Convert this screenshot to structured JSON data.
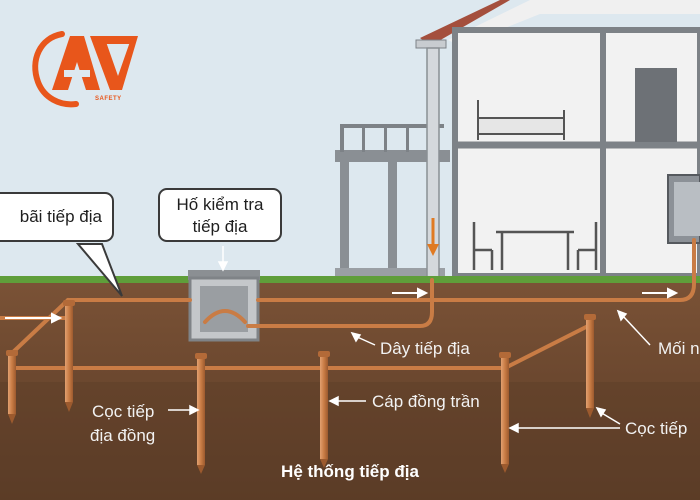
{
  "logo": {
    "brand": "ATV",
    "sub": "SAFETY"
  },
  "labels": {
    "bai_tiep_dia": "bãi tiếp địa",
    "ho_kiem_tra_line1": "Hố kiểm tra",
    "ho_kiem_tra_line2": "tiếp địa",
    "day_tiep_dia": "Dây tiếp địa",
    "moi": "Mối n",
    "coc_tiep_dia_dong_line1": "Cọc tiếp",
    "coc_tiep_dia_dong_line2": "địa đồng",
    "cap_dong_tran": "Cáp đồng trần",
    "coc_tiep": "Cọc tiếp",
    "title": "Hệ thống tiếp địa"
  },
  "colors": {
    "sky": "#dde8ef",
    "ground": "#6e4a31",
    "ground_deep": "#5d3d27",
    "grass": "#5f9e3a",
    "copper": "#c97c45",
    "house_wall": "#f2f2f2",
    "house_frame": "#7d8287",
    "roof": "#a44f3d",
    "logo_orange": "#e8561b",
    "arrow_orange": "#e07a22"
  }
}
